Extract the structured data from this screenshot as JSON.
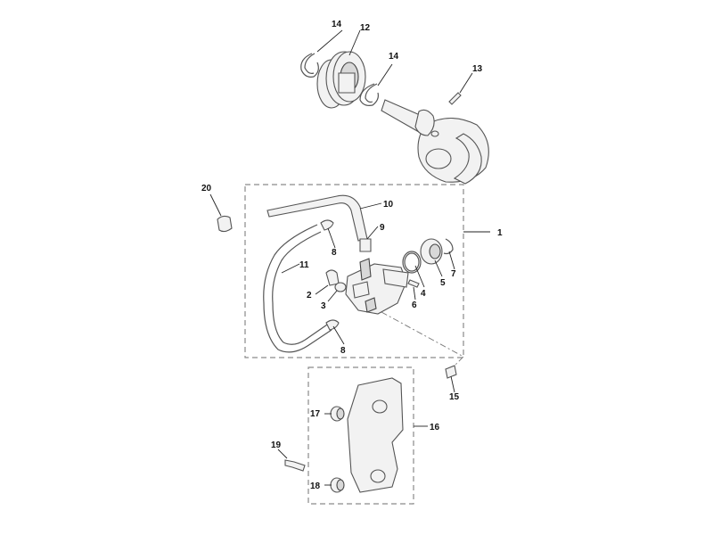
{
  "diagram": {
    "callouts": {
      "c1": "1",
      "c2": "2",
      "c3": "3",
      "c4": "4",
      "c5": "5",
      "c6": "6",
      "c7": "7",
      "c8a": "8",
      "c8b": "8",
      "c9": "9",
      "c10": "10",
      "c11": "11",
      "c12": "12",
      "c13": "13",
      "c14a": "14",
      "c14b": "14",
      "c15": "15",
      "c16": "16",
      "c17": "17",
      "c18": "18",
      "c19": "19",
      "c20": "20"
    }
  }
}
